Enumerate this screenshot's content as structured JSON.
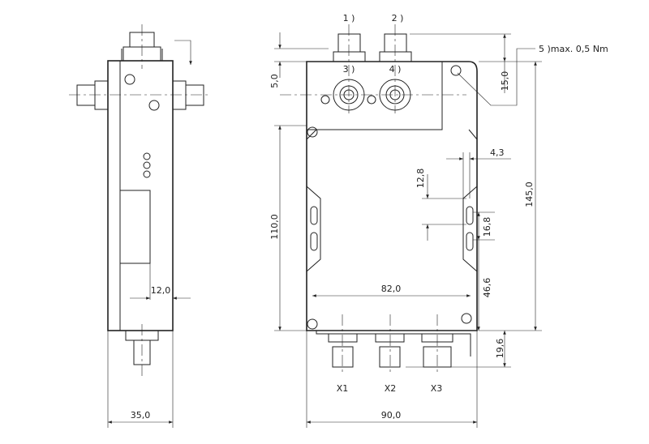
{
  "labels": {
    "conn1": "1 )",
    "conn2": "2 )",
    "conn3": "3 )",
    "conn4": "4 )",
    "note5": "5 )max. 0,5 Nm",
    "x1": "X1",
    "x2": "X2",
    "x3": "X3"
  },
  "dimensions": {
    "d5_0": "5,0",
    "d15_0": "15,0",
    "d4_3": "4,3",
    "d12_8": "12,8",
    "d145_0": "145,0",
    "d110_0": "110,0",
    "d16_8": "16,8",
    "d46_6": "46,6",
    "d82_0": "82,0",
    "d12_0": "12,0",
    "d19_6": "19,6",
    "d35_0": "35,0",
    "d90_0": "90,0"
  }
}
